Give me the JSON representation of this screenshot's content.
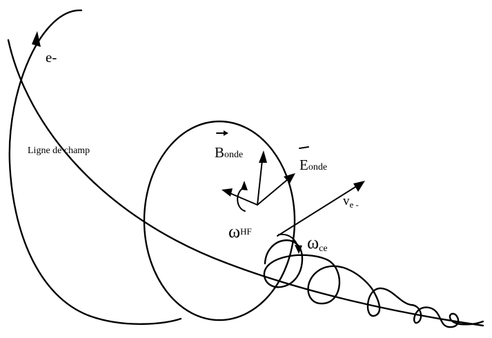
{
  "labels": {
    "electron": "e-",
    "field_line": "Ligne de champ",
    "b_symbol": "B",
    "b_sub": "onde",
    "e_symbol": "E",
    "e_sub": "onde",
    "velocity_symbol": "v",
    "velocity_sub": "e -",
    "omega_hf_symbol": "ω",
    "omega_hf_sub": "HF",
    "omega_ce_symbol": "ω",
    "omega_ce_sub": "ce"
  }
}
